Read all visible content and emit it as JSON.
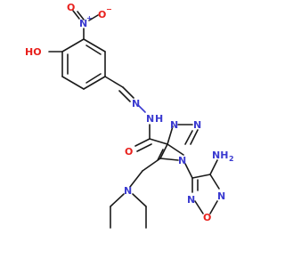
{
  "colors": {
    "carbon_bond": "#1a1a1a",
    "nitrogen": "#3a3ad0",
    "oxygen": "#e8201c"
  },
  "atoms": {
    "ho": "HO",
    "nitro_n": "N",
    "nitro_plus": "+",
    "nitro_o_top": "O",
    "nitro_o_right": "O",
    "nitro_minus": "−",
    "imine_n": "N",
    "hydrazide_n": "N",
    "hydrazide_h": "H",
    "amide_o": "O",
    "triazole_n1": "N",
    "triazole_n2": "N",
    "triazole_n3": "N",
    "amine_n": "N",
    "furazan_n_upper": "N",
    "furazan_n_lower": "N",
    "furazan_o": "O",
    "amino_nh": "NH",
    "amino_sub": "2"
  }
}
